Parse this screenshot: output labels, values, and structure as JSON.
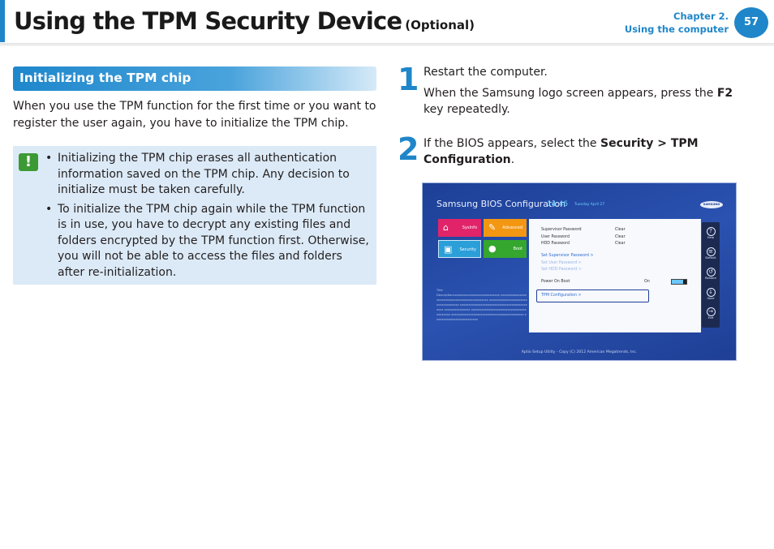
{
  "header": {
    "title": "Using the TPM Security Device",
    "title_suffix": "(Optional)",
    "chapter": "Chapter 2.",
    "chapter_sub": "Using the computer",
    "page_number": "57"
  },
  "section": {
    "heading": "Initializing the TPM chip",
    "intro": "When you use the TPM function for the first time or you want to register the user again, you have to initialize the TPM chip."
  },
  "note": {
    "icon": "exclamation-warning-icon",
    "items": [
      "Initializing the TPM chip erases all authentication information saved on the TPM chip. Any decision to initialize must be taken carefully.",
      "To initialize the TPM chip again while the TPM function is in use, you have to decrypt any existing files and folders encrypted by the TPM function first. Otherwise, you will not be able to access the files and folders after re-initialization."
    ]
  },
  "steps": [
    {
      "number": "1",
      "line1": "Restart the computer.",
      "line2_pre": "When the Samsung logo screen appears, press the ",
      "line2_key": "F2",
      "line2_post": " key repeatedly."
    },
    {
      "number": "2",
      "pre": "If the BIOS appears, select the ",
      "bold": "Security > TPM Configuration",
      "post": "."
    }
  ],
  "bios": {
    "title": "Samsung BIOS Configuration",
    "time": "14:46",
    "date": "Tuesday April 27",
    "logo": "SAMSUNG",
    "tiles": {
      "system": "SysInfo",
      "advanced": "Advanced",
      "security": "Security",
      "boot": "Boot"
    },
    "rows": {
      "supervisor_label": "Supervisor Password",
      "supervisor_value": "Clear",
      "user_label": "User Password",
      "user_value": "Clear",
      "hdd_label": "HDD Password",
      "hdd_value": "Clear",
      "set_supervisor": "Set Supervisor Password >",
      "set_user": "Set User Password >",
      "set_hdd": "Set HDD Password >",
      "power_on_boot": "Power On Boot",
      "power_on_value": "On",
      "tpm_config": "TPM Configuration >"
    },
    "desc_title": "Title",
    "desc_text": "Descriptionxxxxxxxxxxxxxxxxxxxxxxxxxxx xxxxxxxxxxxxxxxxxxxxxxxxxxxxxxxxxxxxxxxxxxxxx xxxxxxxxxxxxxxxxxxxxxxxxxxxxxxxxxxx xxxxxxxxxxxxxxxxxxxxxxxxxxxxxxxxxxxxxxxxxxx xxxxxxxxxxxxxxx xxxxxxxxxxxxxxxxxxxxxxxxxxxxxxxxxxxxxxxx xxxxxxxxxxxxxxxxxxxxxxxxxxxxxxxxxxxxxxxxxx xxxxxxxxxxxxxxxxxxxxxxxxx",
    "side": {
      "help": "Help",
      "default": "Default",
      "restore": "Restore",
      "save": "Save",
      "exit": "Exit"
    },
    "footer": "Aptio Setup Utility - Copy (C) 2012 American Megatrends, Inc."
  }
}
